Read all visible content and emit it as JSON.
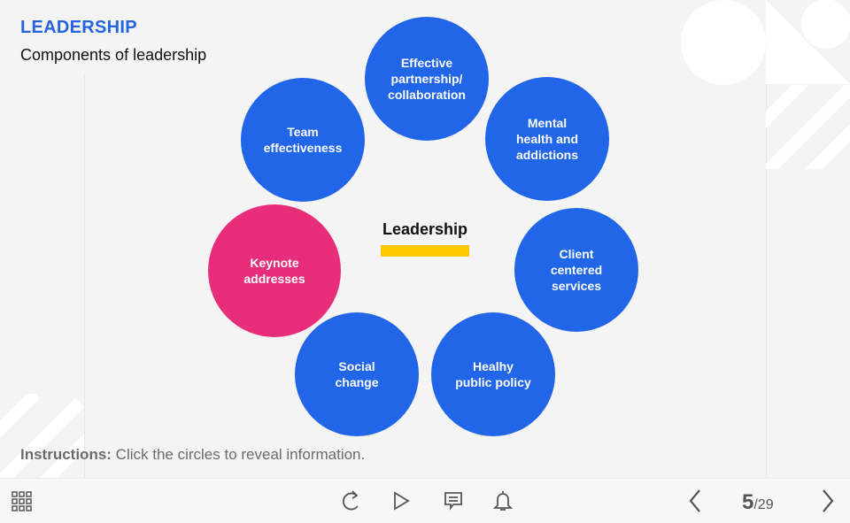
{
  "header": {
    "title": "LEADERSHIP",
    "subtitle": "Components of leadership"
  },
  "center": {
    "label": "Leadership"
  },
  "circles": [
    {
      "id": "partnership",
      "lines": [
        "Effective",
        "partnership/",
        "collaboration"
      ],
      "color": "#2166e8"
    },
    {
      "id": "mental-health",
      "lines": [
        "Mental",
        "health and",
        "addictions"
      ],
      "color": "#2166e8"
    },
    {
      "id": "client-centered",
      "lines": [
        "Client",
        "centered",
        "services"
      ],
      "color": "#2166e8"
    },
    {
      "id": "healthy-policy",
      "lines": [
        "Healhy",
        "public policy"
      ],
      "color": "#2166e8"
    },
    {
      "id": "social-change",
      "lines": [
        "Social",
        "change"
      ],
      "color": "#2166e8"
    },
    {
      "id": "keynote",
      "lines": [
        "Keynote",
        "addresses"
      ],
      "color": "#e82e7a"
    },
    {
      "id": "team",
      "lines": [
        "Team",
        "effectiveness"
      ],
      "color": "#2166e8"
    }
  ],
  "instructions": {
    "label": "Instructions:",
    "text": " Click the circles to reveal information."
  },
  "toolbar": {
    "current_page": "5",
    "total_pages": "/29"
  },
  "colors": {
    "accent": "#2563e0",
    "circle_blue": "#2166e8",
    "circle_pink": "#e82e7a",
    "bar_yellow": "#ffc800"
  }
}
